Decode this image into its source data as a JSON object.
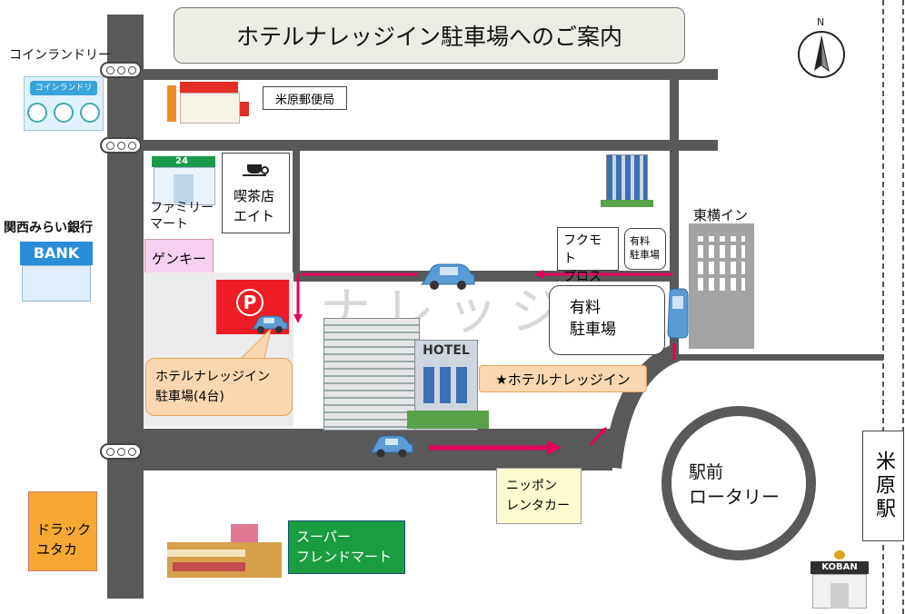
{
  "title": "ホテルナレッジイン駐車場へのご案内",
  "compass": {
    "label": "N",
    "icon": "north-arrow-icon"
  },
  "places": {
    "laundry": "コインランドリー",
    "laundry_sign": "コインランドリ",
    "post_office": "米原郵便局",
    "bank_name": "関西みらい銀行",
    "bank_sign": "BANK",
    "convenience_sign": "24",
    "family_mart": "ファミリー\nマート",
    "cafe_line1": "喫茶店",
    "cafe_line2": "エイト",
    "genki": "ゲンキー",
    "parking_letter": "P",
    "hotel_parking_line1": "ホテルナレッジイン",
    "hotel_parking_line2": "駐車場(4台)",
    "hotel_sign": "HOTEL",
    "hotel_label": "★ホテルナレッジイン",
    "fukumoto_line1": "フクモト",
    "fukumoto_line2": "プロス",
    "small_paid_parking_line1": "有料",
    "small_paid_parking_line2": "駐車場",
    "paid_parking_line1": "有料",
    "paid_parking_line2": "駐車場",
    "toyoko_inn": "東横イン",
    "rental_line1": "ニッポン",
    "rental_line2": "レンタカー",
    "rotary_line1": "駅前",
    "rotary_line2": "ロータリー",
    "drug_line1": "ドラック",
    "drug_line2": "ユタカ",
    "super_line1": "スーパー",
    "super_line2": "フレンドマート",
    "station": "米原駅",
    "koban": "KOBAN"
  },
  "watermark": "ナレッジ",
  "colors": {
    "road": "#595959",
    "route_arrow": "#e8005a",
    "parking_red": "#ee1c25",
    "genki_pink": "#f9d1f0",
    "callout_orange": "#fad7b0",
    "drug_orange": "#f7a832",
    "super_green": "#1c9c41",
    "rental_yellow": "#fdfbd0",
    "car_blue": "#5b9bd5"
  }
}
